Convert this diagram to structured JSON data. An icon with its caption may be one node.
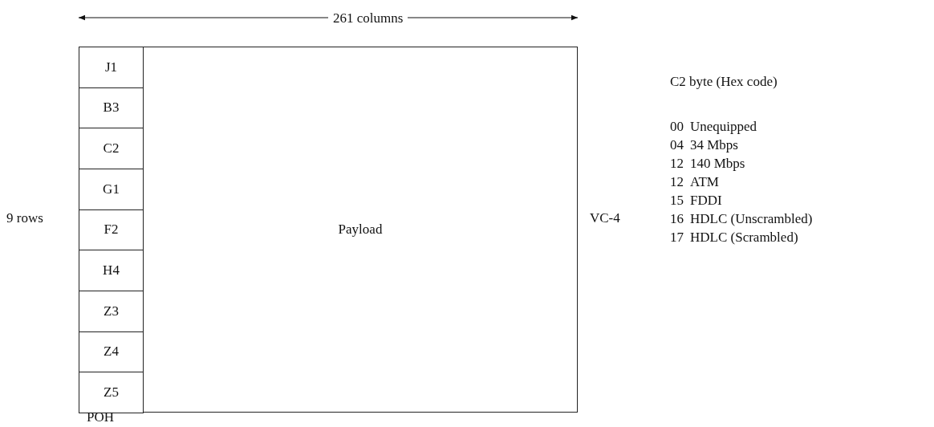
{
  "diagram": {
    "nodes": [
      {
        "text": [
          "J1"
        ]
      },
      {
        "text": [
          "B3"
        ]
      },
      {
        "text": [
          "C2"
        ]
      },
      {
        "text": [
          "G1"
        ]
      },
      {
        "text": [
          "F2"
        ]
      },
      {
        "text": [
          "H4"
        ]
      },
      {
        "text": [
          "Z3"
        ]
      },
      {
        "text": [
          "Z4"
        ]
      },
      {
        "text": [
          "Z5"
        ]
      },
      {
        "text": [
          "Payload"
        ]
      }
    ],
    "edges": [],
    "labels": [
      "261 columns",
      "9 rows",
      "VC-4",
      "POH",
      "C2 byte (Hex code)",
      "00",
      "Unequipped",
      "04",
      "34 Mbps",
      "12",
      "140 Mbps",
      "12",
      "ATM",
      "15",
      "FDDI",
      "16",
      "HDLC (Unscrambled)",
      "17",
      "HDLC (Scrambled)"
    ]
  }
}
